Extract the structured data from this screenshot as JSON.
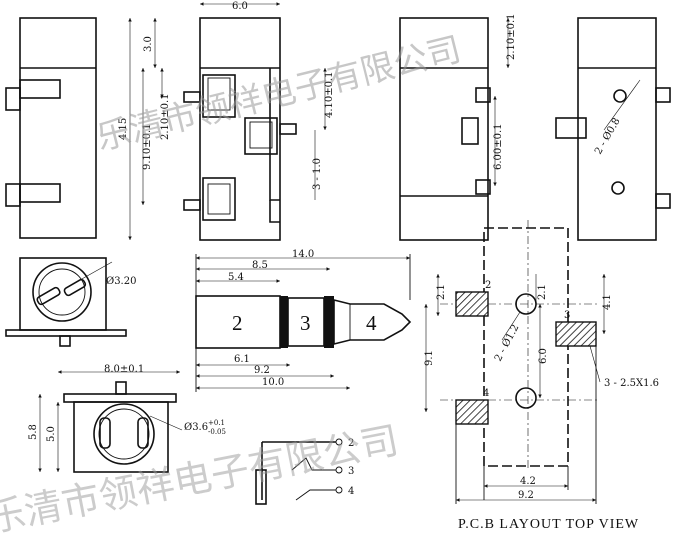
{
  "top_left_view": {
    "dims": [
      "4.15",
      "3.0",
      "9.10±0.1",
      "2.10±0.1",
      "6.0",
      "4.10±0.1",
      "3 - 1.0"
    ]
  },
  "top_right_view": {
    "dims": [
      "2.10±0.1",
      "6.00±0.1",
      "2 - Ø0.8"
    ]
  },
  "front_view": {
    "dims": [
      "Ø3.20"
    ]
  },
  "plug": {
    "dims": [
      "14.0",
      "8.5",
      "5.4",
      "6.1",
      "9.2",
      "10.0"
    ],
    "sections": [
      "2",
      "3",
      "4"
    ]
  },
  "side_view": {
    "dims": [
      "8.0±0.1",
      "5.8",
      "5.0",
      "Ø3.6",
      "+0.1",
      "-0.05"
    ]
  },
  "schematic": {
    "pins": [
      "2",
      "3",
      "4"
    ]
  },
  "pcb": {
    "title": "P.C.B LAYOUT TOP VIEW",
    "dims": [
      "2.1",
      "2.1",
      "4.1",
      "9.1",
      "6.0",
      "2 - Ø1.2",
      "3 - 2.5X1.6",
      "4.2",
      "9.2"
    ],
    "pads": [
      "2",
      "3",
      "4"
    ]
  },
  "watermark": {
    "line1": "乐清市领祥电子有限公司",
    "line2": "乐清市领祥电子有限公司"
  }
}
